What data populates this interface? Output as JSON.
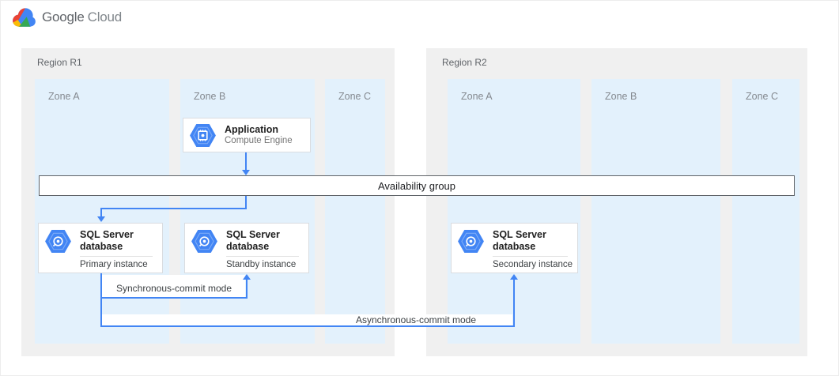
{
  "brand": {
    "name": "Google",
    "product": "Cloud",
    "logo_icon": "google-cloud-logo",
    "logo_colors": {
      "blue": "#4285F4",
      "red": "#EA4335",
      "yellow": "#FBBC05",
      "green": "#34A853"
    }
  },
  "colors": {
    "connector_blue": "#4285F4",
    "region_background": "#F0F0F0",
    "zone_background": "#E3F1FC",
    "node_icon_blue": "#4285F4"
  },
  "regions": [
    {
      "label": "Region R1",
      "zones": [
        {
          "label": "Zone A"
        },
        {
          "label": "Zone B"
        },
        {
          "label": "Zone C"
        }
      ]
    },
    {
      "label": "Region R2",
      "zones": [
        {
          "label": "Zone A"
        },
        {
          "label": "Zone B"
        },
        {
          "label": "Zone C"
        }
      ]
    }
  ],
  "nodes": {
    "application": {
      "title": "Application",
      "subtitle": "Compute Engine",
      "icon": "compute-engine-icon"
    },
    "availability_group": {
      "label": "Availability group"
    },
    "primary_db": {
      "title": "SQL Server database",
      "instance": "Primary instance",
      "icon": "sql-database-icon"
    },
    "standby_db": {
      "title": "SQL Server database",
      "instance": "Standby instance",
      "icon": "sql-database-icon"
    },
    "secondary_db": {
      "title": "SQL Server database",
      "instance": "Secondary instance",
      "icon": "sql-database-icon"
    }
  },
  "edges": {
    "app_to_group": {
      "label": ""
    },
    "group_to_primary": {
      "label": ""
    },
    "sync": {
      "label": "Synchronous-commit mode"
    },
    "async": {
      "label": "Asynchronous-commit mode"
    }
  }
}
